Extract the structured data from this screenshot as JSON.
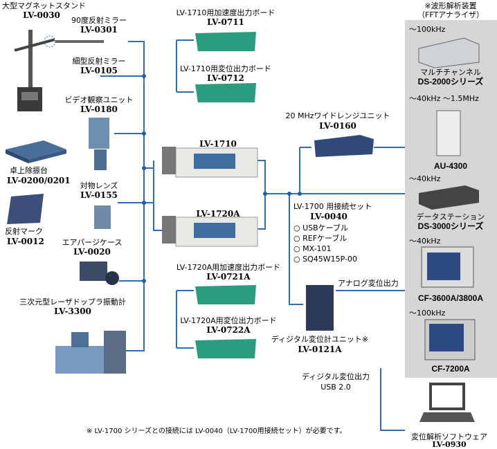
{
  "colors": {
    "wire": "#2f6fb3",
    "board": "#2c9c7e",
    "panel": "#d6d6d6",
    "dot": "#1f5fa8"
  },
  "left": {
    "stand": {
      "name": "大型マグネットスタンド",
      "model": "LV-0030"
    },
    "mirror90": {
      "name": "90度反射ミラー",
      "model": "LV-0301"
    },
    "mirrorThin": {
      "name": "細型反射ミラー",
      "model": "LV-0105"
    },
    "video": {
      "name": "ビデオ観察ユニット",
      "model": "LV-0180"
    },
    "table": {
      "name": "卓上除振台",
      "model": "LV-0200/0201"
    },
    "lens": {
      "name": "対物レンズ",
      "model": "LV-0155"
    },
    "mark": {
      "name": "反射マーク",
      "model": "LV-0012"
    },
    "airpurge": {
      "name": "エアパージケース",
      "model": "LV-0020"
    },
    "laser3d": {
      "name": "三次元型レーザドップラ振動計",
      "model": "LV-3300"
    }
  },
  "center": {
    "acc1710": {
      "name": "LV-1710用加速度出力ボード",
      "model": "LV-0711"
    },
    "disp1710": {
      "name": "LV-1710用変位出力ボード",
      "model": "LV-0712"
    },
    "main1710": {
      "model": "LV-1710"
    },
    "main1720": {
      "model": "LV-1720A"
    },
    "acc1720": {
      "name": "LV-1720A用加速度出力ボード",
      "model": "LV-0721A"
    },
    "disp1720": {
      "name": "LV-1720A用変位出力ボード",
      "model": "LV-0722A"
    }
  },
  "right": {
    "wide": {
      "name": "20 MHzワイドレンジユニット",
      "model": "LV-0160"
    },
    "conn": {
      "name": "LV-1700 用接続セット",
      "model": "LV-0040",
      "items": [
        "○ USBケーブル",
        "○ REFケーブル",
        "○ MX-101",
        "○ SQ45W15P-00"
      ]
    },
    "digital": {
      "name": "ディジタル変位計ユニット※",
      "model": "LV-0121A"
    },
    "analog": "アナログ変位出力",
    "digitalOut": "ディジタル変位出力",
    "usb": "USB 2.0",
    "software": {
      "name": "変位解析ソフトウェア",
      "model": "LV-0930"
    }
  },
  "fft": {
    "title": "※波形解析装置",
    "subtitle": "（FFTアナライザ）",
    "ds2000": {
      "range": "～100kHz",
      "name": "マルチチャンネル",
      "model": "DS-2000シリーズ"
    },
    "au4300": {
      "range": "～40kHz ～1.5MHz",
      "model": "AU-4300"
    },
    "ds3000": {
      "range": "～40kHz",
      "name": "データステーション",
      "model": "DS-3000シリーズ"
    },
    "cf3600": {
      "range": "～40kHz",
      "model": "CF-3600A/3800A"
    },
    "cf7200": {
      "range": "～100kHz",
      "model": "CF-7200A"
    }
  },
  "note": "※ LV-1700 シリーズとの接続には LV-0040（LV-1700用接続セット）が必要です。"
}
